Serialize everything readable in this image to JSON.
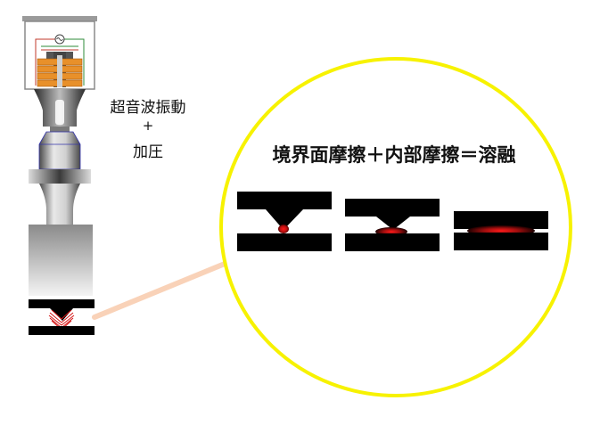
{
  "labels": {
    "vibration": "超音波振動",
    "plus": "+",
    "pressure": "加圧",
    "equation": "境界面摩擦＋内部摩擦＝溶融"
  },
  "colors": {
    "highlight_circle": "#f7f200",
    "connector": "#f9d2b8",
    "coil": "#e8902a",
    "metal_dark": "#3a3a3a",
    "weld_melt": "#d41414",
    "circuit_red": "#c0392b",
    "circuit_green": "#2e8b3a"
  },
  "icons": {
    "power_source": "ac-source-icon"
  }
}
